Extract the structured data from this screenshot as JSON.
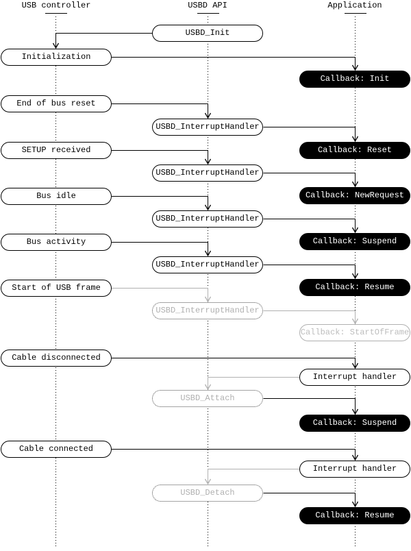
{
  "columns": [
    {
      "label": "USB controller"
    },
    {
      "label": "USBD API"
    },
    {
      "label": "Application"
    }
  ],
  "nodes": {
    "usbd_init": "USBD_Init",
    "initialization": "Initialization",
    "callback_init": "Callback: Init",
    "end_of_bus_reset": "End of bus reset",
    "usbd_interrupt_handler": "USBD_InterruptHandler",
    "setup_received": "SETUP received",
    "callback_reset": "Callback: Reset",
    "bus_idle": "Bus idle",
    "callback_new_request": "Callback: NewRequest",
    "bus_activity": "Bus activity",
    "callback_suspend": "Callback: Suspend",
    "callback_resume": "Callback: Resume",
    "start_of_usb_frame": "Start of USB frame",
    "callback_start_of_frame": "Callback: StartOfFrame",
    "cable_disconnected": "Cable disconnected",
    "interrupt_handler": "Interrupt handler",
    "usbd_attach": "USBD_Attach",
    "cable_connected": "Cable connected",
    "usbd_detach": "USBD_Detach"
  },
  "colors": {
    "active": "#000000",
    "inactive": "#b0b0b0",
    "callback_bg": "#000000",
    "callback_text": "#ffffff",
    "background": "#ffffff"
  }
}
